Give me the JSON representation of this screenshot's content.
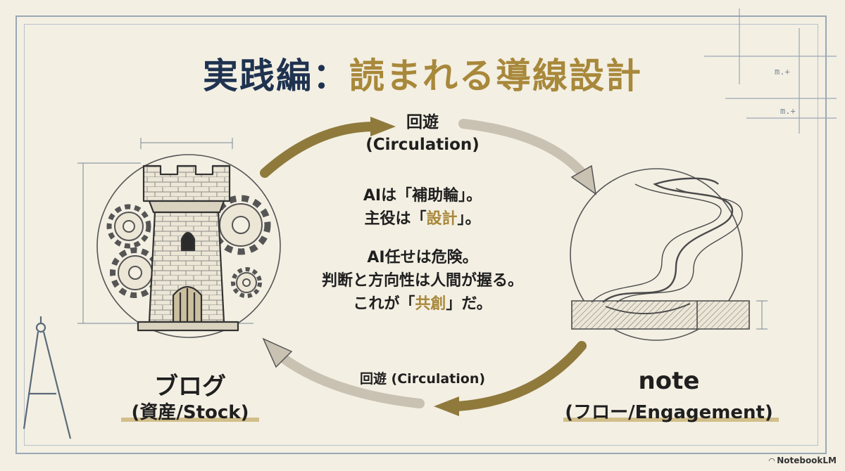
{
  "title": {
    "part1": "実践編：",
    "part2": "読まれる導線設計"
  },
  "circulation_top": {
    "line1": "回遊",
    "line2": "(Circulation)"
  },
  "circulation_bottom": {
    "label": "回遊 (Circulation)"
  },
  "center_text": {
    "l1": "AIは「補助輪」。",
    "l2_a": "主役は「",
    "l2_gold": "設計",
    "l2_b": "」。",
    "l3": "AI任せは危険。",
    "l4": "判断と方向性は人間が握る。",
    "l5_a": "これが「",
    "l5_gold": "共創",
    "l5_b": "」だ。"
  },
  "blog": {
    "name": "ブログ",
    "sub": "(資産/Stock)",
    "icon": "tower-icon"
  },
  "note": {
    "name": "note",
    "sub": "(フロー/Engagement)",
    "icon": "river-icon"
  },
  "sketch_marks": {
    "m1": "m.+",
    "m2": "m.+"
  },
  "brand": {
    "label": "NotebookLM"
  },
  "colors": {
    "navy": "#1f3350",
    "gold": "#a8883a",
    "paper": "#f3efe3",
    "line": "#9aa8b4"
  }
}
